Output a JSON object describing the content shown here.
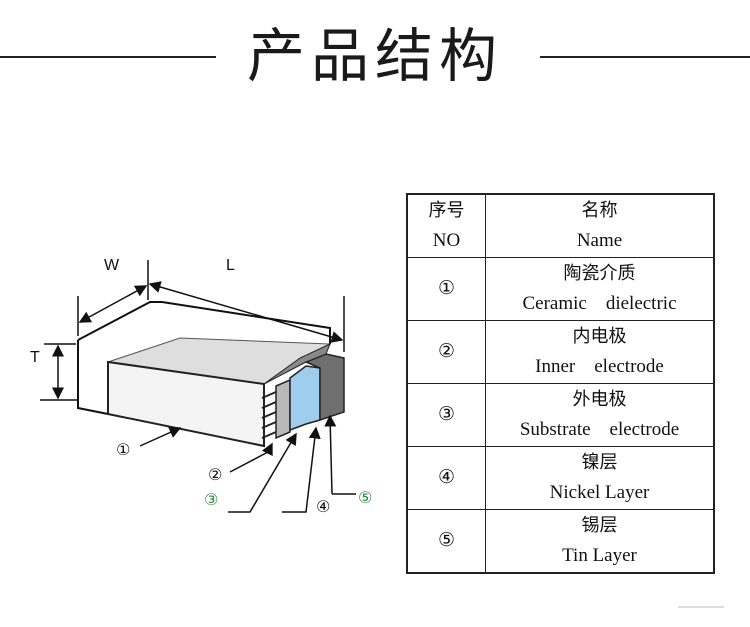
{
  "title": "产品结构",
  "diagram": {
    "dim_w": "W",
    "dim_l": "L",
    "dim_t": "T",
    "callouts": [
      "①",
      "②",
      "③",
      "④",
      "⑤"
    ],
    "colors": {
      "body_top": "#dedede",
      "body_front": "#f4f4f4",
      "end_dark": "#6f6f6f",
      "inner_gray": "#b9b9b9",
      "substrate_blue": "#9fcdee",
      "highlight_green": "#2e8b3a"
    }
  },
  "table": {
    "header": {
      "num_zh": "序号",
      "num_en": "NO",
      "name_zh": "名称",
      "name_en": "Name"
    },
    "rows": [
      {
        "num": "①",
        "zh": "陶瓷介质",
        "en": "Ceramic    dielectric"
      },
      {
        "num": "②",
        "zh": "内电极",
        "en": "Inner    electrode"
      },
      {
        "num": "③",
        "zh": "外电极",
        "en": "Substrate    electrode"
      },
      {
        "num": "④",
        "zh": "镍层",
        "en": "Nickel Layer"
      },
      {
        "num": "⑤",
        "zh": "锡层",
        "en": "Tin Layer"
      }
    ]
  }
}
